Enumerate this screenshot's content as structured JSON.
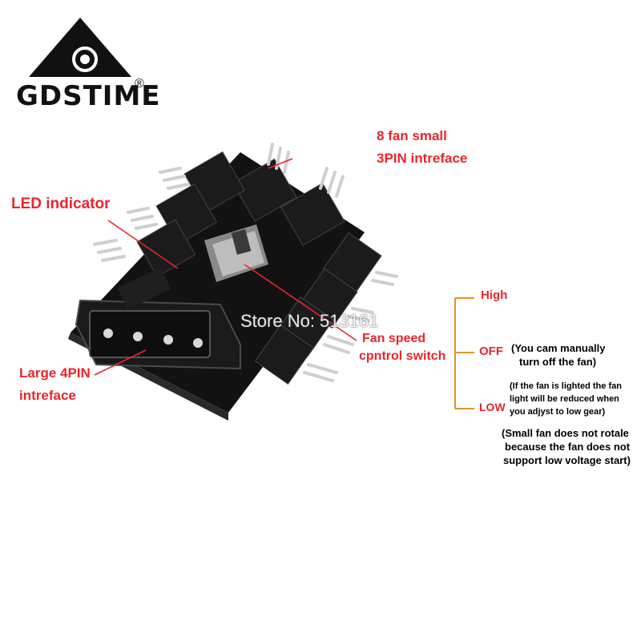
{
  "logo": {
    "brand": "GDSTIME",
    "mark": "®"
  },
  "watermark": "Store No: 513161",
  "labels": {
    "fan_small_line1": "8 fan small",
    "fan_small_line2": "3PIN intreface",
    "led_indicator": "LED indicator",
    "fan_speed_line1": "Fan speed",
    "fan_speed_line2": "cpntrol switch",
    "large_line1": "Large  4PIN",
    "large_line2": "intreface",
    "high": "High",
    "off": "OFF",
    "low": "LOW",
    "off_note_line1": "(You cam manually",
    "off_note_line2": "turn off the fan)",
    "low_note_line1": "(If the fan is lighted the fan",
    "low_note_line2": "light will be reduced when",
    "low_note_line3": "you adjyst to low gear)",
    "note2_line1": "(Small fan does not rotale",
    "note2_line2": "because the fan does not",
    "note2_line3": "support low voltage start)"
  },
  "colors": {
    "accent_red": "#e8262b",
    "bracket_orange": "#e8912a",
    "board_black": "#111111"
  }
}
